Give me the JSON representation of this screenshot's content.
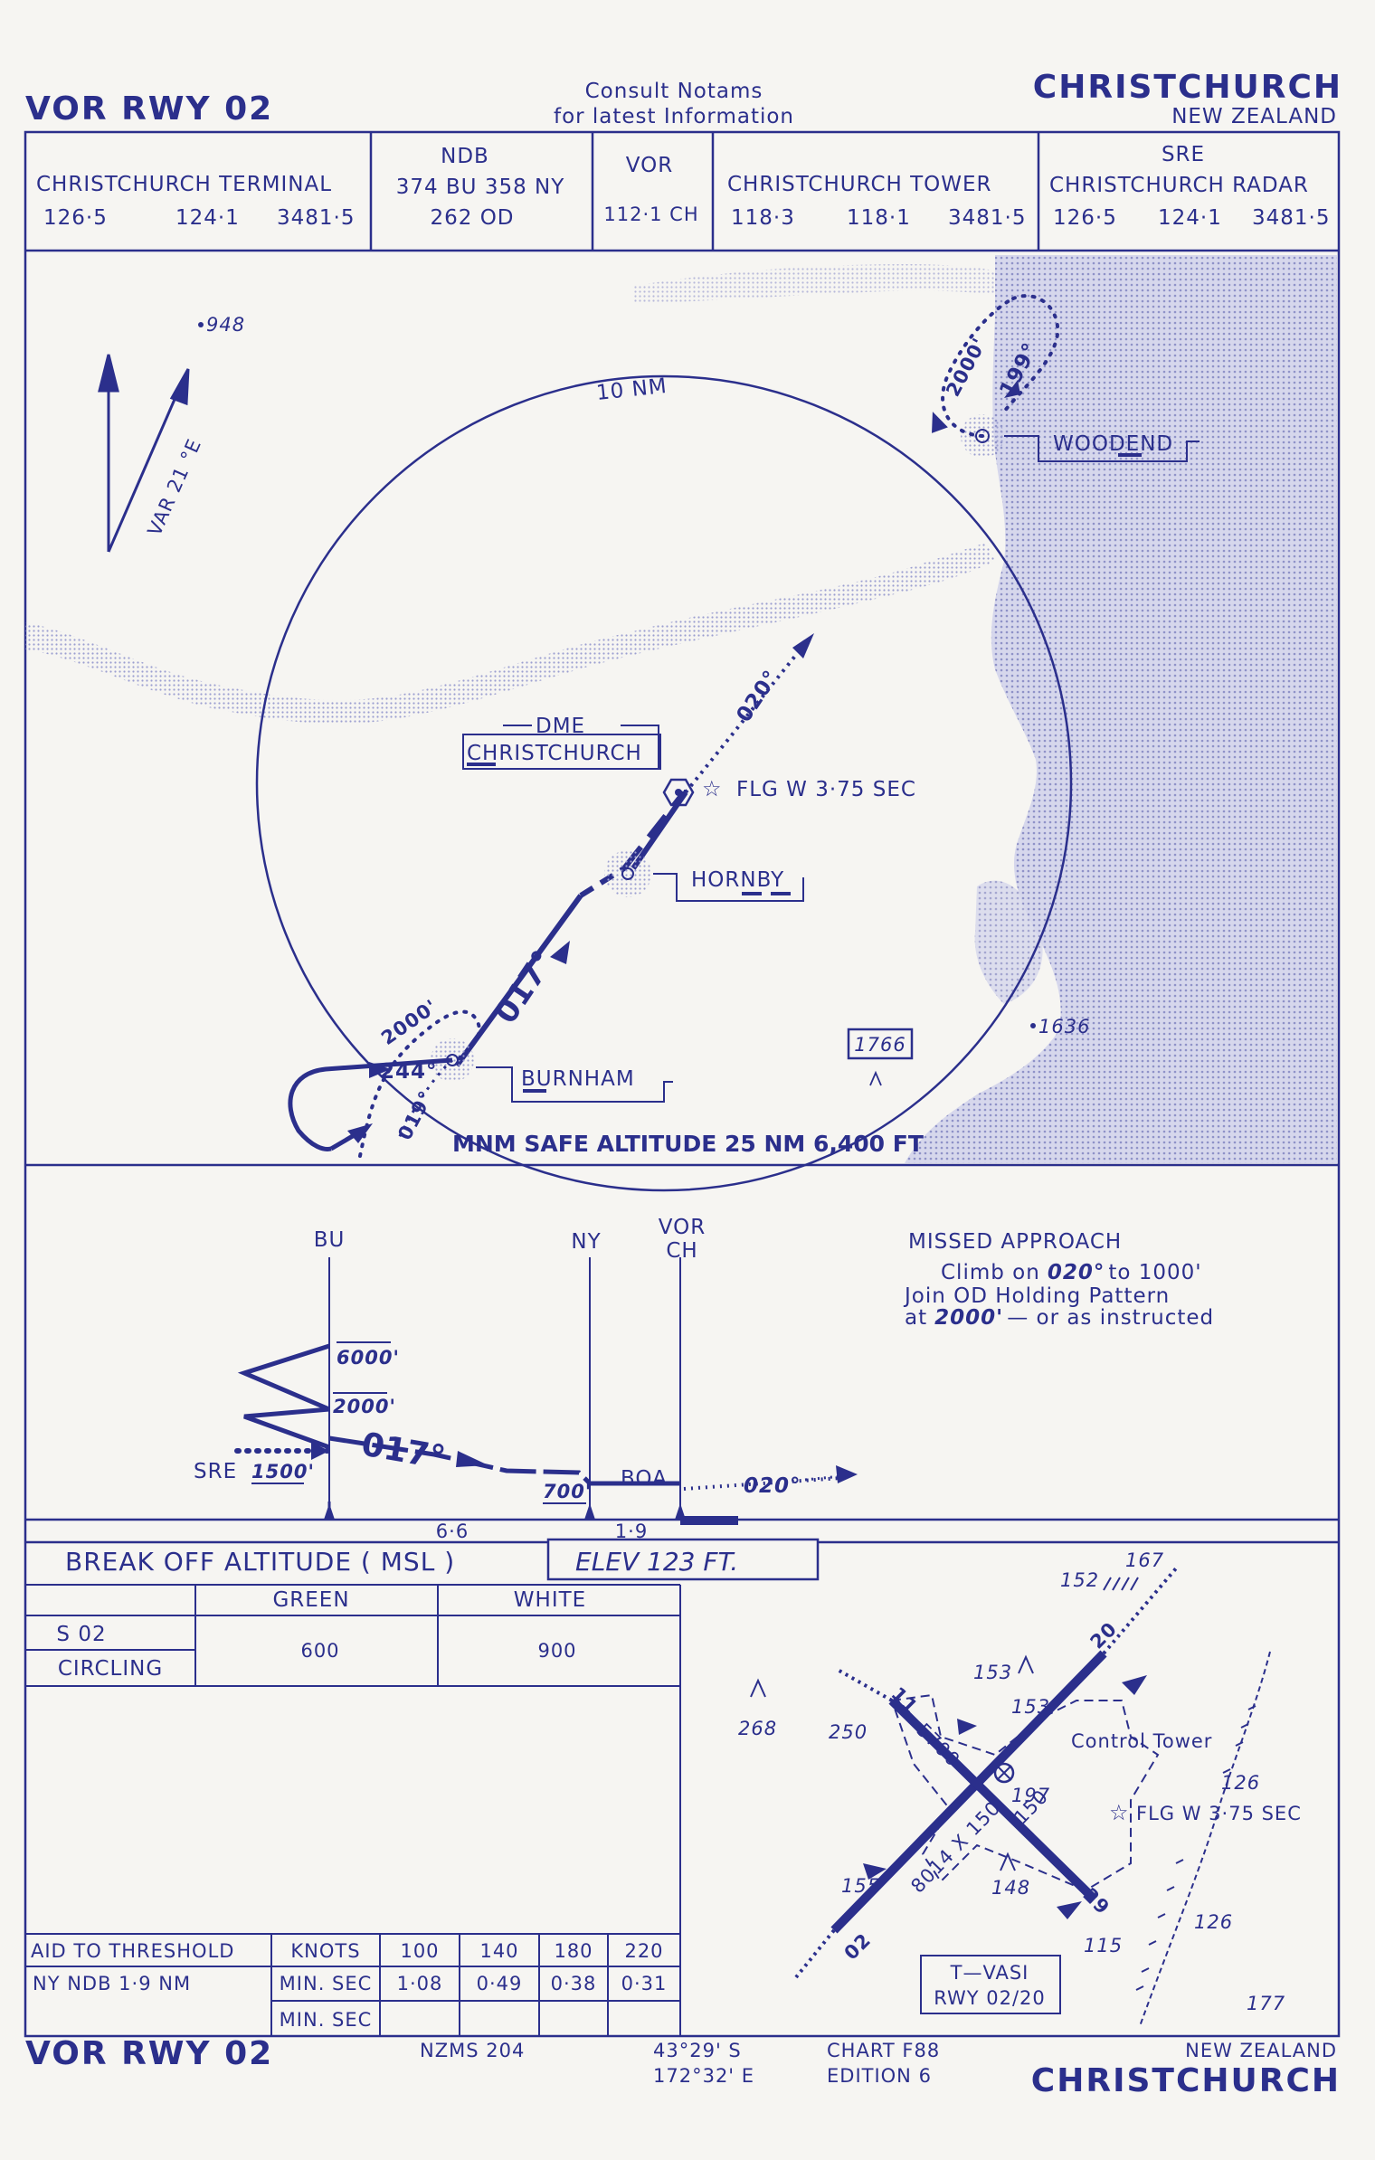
{
  "header": {
    "title": "VOR   RWY  02",
    "notice_line1": "Consult  Notams",
    "notice_line2": "for  latest  Information",
    "city": "CHRISTCHURCH",
    "country": "NEW  ZEALAND"
  },
  "frequencies": {
    "terminal": {
      "label": "CHRISTCHURCH   TERMINAL",
      "f1": "126·5",
      "f2": "124·1",
      "f3": "3481·5"
    },
    "ndb": {
      "label": "NDB",
      "line1": "374  BU   358  NY",
      "line2": "262  OD"
    },
    "vor": {
      "label": "VOR",
      "freq": "112·1  CH"
    },
    "tower": {
      "label": "CHRISTCHURCH   TOWER",
      "f1": "118·3",
      "f2": "118·1",
      "f3": "3481·5"
    },
    "sre": {
      "label": "SRE",
      "sublabel": "CHRISTCHURCH   RADAR",
      "f1": "126·5",
      "f2": "124·1",
      "f3": "3481·5"
    }
  },
  "plan": {
    "ring_label": "10  NM",
    "var_label": "VAR 21 °E",
    "spot_948": "948",
    "spot_1636": "1636",
    "spot_1766": "1766",
    "woodend": "WOODEND",
    "woodend_alt": "2000'",
    "woodend_course": "199°",
    "dme_label": "DME",
    "dme_name": "CHRISTCHURCH",
    "flg": "FLG  W 3·75  SEC",
    "hornby": "HORNBY",
    "burnham": "BURNHAM",
    "course_017": "017°",
    "course_020": "020°",
    "course_244": "244°",
    "course_019": "019°",
    "burnham_alt": "2000'",
    "msa": "MNM  SAFE  ALTITUDE  25  NM   6,400  FT"
  },
  "profile": {
    "bu": "BU",
    "ny": "NY",
    "vor": "VOR",
    "ch": "CH",
    "alt_6000": "6000'",
    "alt_2000": "2000'",
    "alt_1500": "1500'",
    "alt_700": "700'",
    "sre": "SRE",
    "boa": "BOA",
    "course_017": "017°",
    "course_020": "020°",
    "dist_66": "6·6",
    "dist_19": "1·9",
    "missed_title": "MISSED   APPROACH",
    "missed_l1a": "Climb  on",
    "missed_l1b": "020°",
    "missed_l1c": "to  1000'",
    "missed_l2": "Join  OD  Holding  Pattern",
    "missed_l3a": "at",
    "missed_l3b": "2000'",
    "missed_l3c": "— or  as  instructed"
  },
  "minima": {
    "title": "BREAK  OFF  ALTITUDE  ( MSL )",
    "elev": "ELEV      123     FT.",
    "green": "GREEN",
    "white": "WHITE",
    "row1": "S  02",
    "row2": "CIRCLING",
    "green_val": "600",
    "white_val": "900"
  },
  "timing": {
    "header": [
      "AID TO THRESHOLD",
      "KNOTS",
      "100",
      "140",
      "180",
      "220"
    ],
    "row1": [
      "NY  NDB     1·9  NM",
      "MIN. SEC",
      "1·08",
      "0·49",
      "0·38",
      "0·31"
    ],
    "row2": [
      "",
      "MIN. SEC",
      "",
      "",
      "",
      ""
    ]
  },
  "aerodrome": {
    "e167": "167",
    "e152": "152",
    "e153a": "153",
    "e153b": "153",
    "e268": "268",
    "e250": "250",
    "rwy_5700": "5700",
    "e197": "197",
    "rwy_150a": "150",
    "control_tower": "Control Tower",
    "e126a": "126",
    "flg": "FLG  W  3·75  SEC",
    "e155": "155",
    "e148": "148",
    "rwy_8014": "8014 X 150",
    "e126b": "126",
    "e115": "115",
    "rwy_02": "02",
    "rwy_20": "20",
    "rwy_29": "29",
    "rwy_11": "11",
    "tvasi": "T—VASI",
    "tvasi_rwy": "RWY   02/20",
    "e177": "177"
  },
  "footer": {
    "title": "VOR   RWY  02",
    "nzms": "NZMS  204",
    "lat": "43°29'  S",
    "lon": "172°32'  E",
    "chart": "CHART  F88",
    "edition": "EDITION   6",
    "country": "NEW  ZEALAND",
    "city": "CHRISTCHURCH"
  },
  "colors": {
    "ink": "#2b2f8c",
    "paper": "#f6f5f2",
    "sea": "#c9cbe6"
  }
}
